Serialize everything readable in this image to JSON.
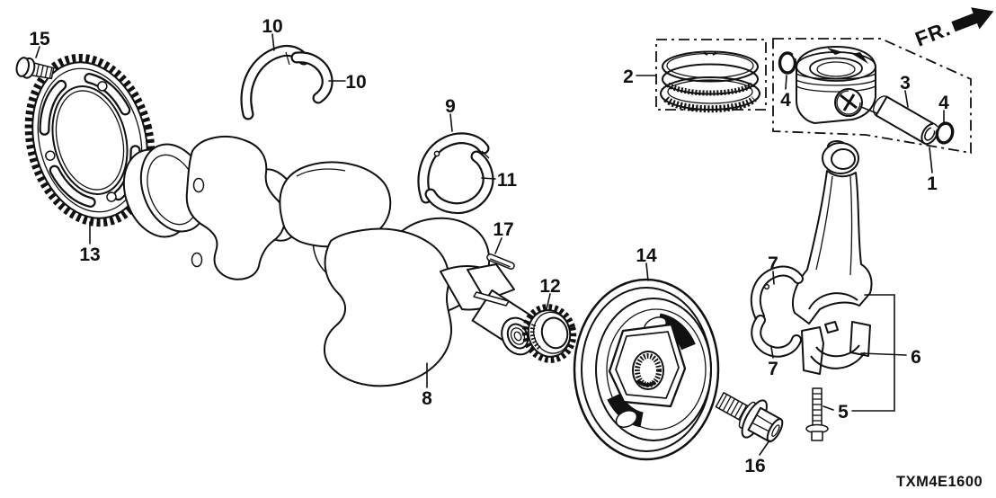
{
  "diagram": {
    "code": "TXM4E1600",
    "direction_label": "FR.",
    "colors": {
      "line": "#111111",
      "background": "#ffffff"
    },
    "callouts": [
      {
        "label": "15"
      },
      {
        "label": "13"
      },
      {
        "label": "10"
      },
      {
        "label": "10"
      },
      {
        "label": "9"
      },
      {
        "label": "11"
      },
      {
        "label": "17"
      },
      {
        "label": "12"
      },
      {
        "label": "8"
      },
      {
        "label": "14"
      },
      {
        "label": "16"
      },
      {
        "label": "2"
      },
      {
        "label": "3"
      },
      {
        "label": "4"
      },
      {
        "label": "4"
      },
      {
        "label": "1"
      },
      {
        "label": "7"
      },
      {
        "label": "7"
      },
      {
        "label": "6"
      },
      {
        "label": "5"
      }
    ]
  }
}
